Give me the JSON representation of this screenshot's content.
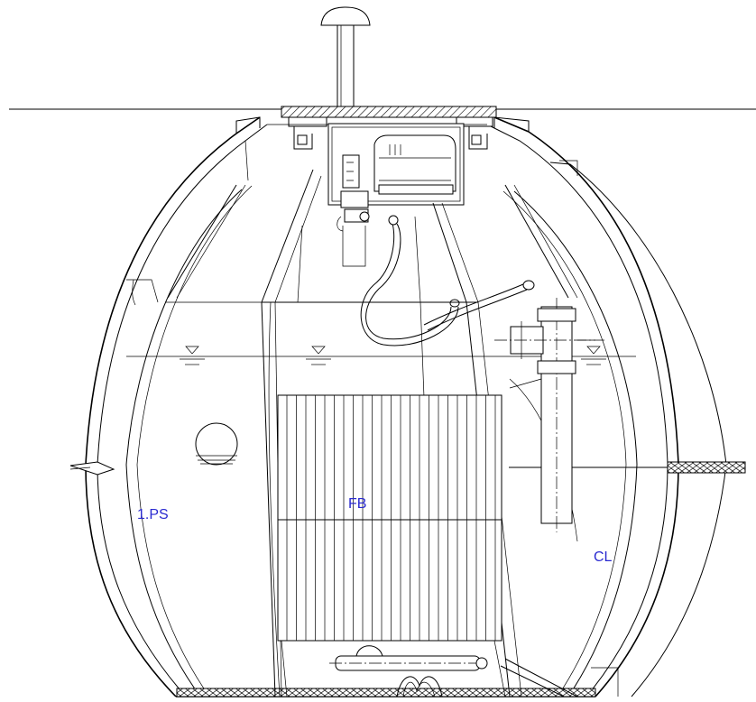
{
  "labels": {
    "primary_settling": "1.PS",
    "fixed_bed": "FB",
    "clarifier": "CL"
  },
  "colors": {
    "label_color": "#2a2ad0",
    "line_color": "#000000",
    "background": "#ffffff"
  }
}
